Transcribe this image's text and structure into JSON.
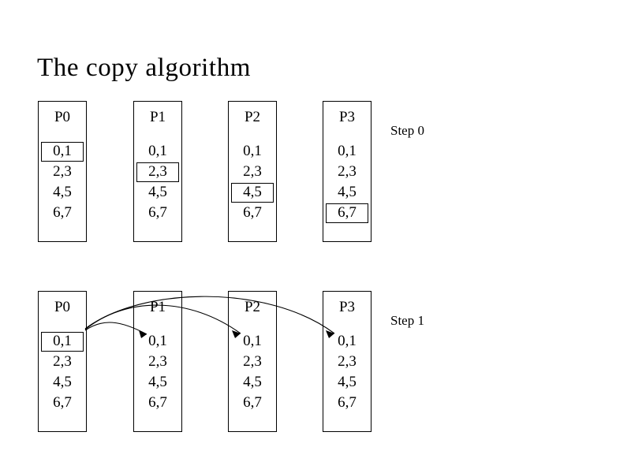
{
  "slide": {
    "title": "The copy algorithm",
    "background_color": "#ffffff",
    "ink_color": "#000000"
  },
  "steps": [
    {
      "label": "Step 0",
      "processes": [
        {
          "name": "P0",
          "rows": [
            {
              "text": "0,1",
              "highlighted": true
            },
            {
              "text": "2,3",
              "highlighted": false
            },
            {
              "text": "4,5",
              "highlighted": false
            },
            {
              "text": "6,7",
              "highlighted": false
            }
          ]
        },
        {
          "name": "P1",
          "rows": [
            {
              "text": "0,1",
              "highlighted": false
            },
            {
              "text": "2,3",
              "highlighted": true
            },
            {
              "text": "4,5",
              "highlighted": false
            },
            {
              "text": "6,7",
              "highlighted": false
            }
          ]
        },
        {
          "name": "P2",
          "rows": [
            {
              "text": "0,1",
              "highlighted": false
            },
            {
              "text": "2,3",
              "highlighted": false
            },
            {
              "text": "4,5",
              "highlighted": true
            },
            {
              "text": "6,7",
              "highlighted": false
            }
          ]
        },
        {
          "name": "P3",
          "rows": [
            {
              "text": "0,1",
              "highlighted": false
            },
            {
              "text": "2,3",
              "highlighted": false
            },
            {
              "text": "4,5",
              "highlighted": false
            },
            {
              "text": "6,7",
              "highlighted": true
            }
          ]
        }
      ],
      "arrows": []
    },
    {
      "label": "Step 1",
      "processes": [
        {
          "name": "P0",
          "rows": [
            {
              "text": "0,1",
              "highlighted": true
            },
            {
              "text": "2,3",
              "highlighted": false
            },
            {
              "text": "4,5",
              "highlighted": false
            },
            {
              "text": "6,7",
              "highlighted": false
            }
          ]
        },
        {
          "name": "P1",
          "rows": [
            {
              "text": "0,1",
              "highlighted": false
            },
            {
              "text": "2,3",
              "highlighted": false
            },
            {
              "text": "4,5",
              "highlighted": false
            },
            {
              "text": "6,7",
              "highlighted": false
            }
          ]
        },
        {
          "name": "P2",
          "rows": [
            {
              "text": "0,1",
              "highlighted": false
            },
            {
              "text": "2,3",
              "highlighted": false
            },
            {
              "text": "4,5",
              "highlighted": false
            },
            {
              "text": "6,7",
              "highlighted": false
            }
          ]
        },
        {
          "name": "P3",
          "rows": [
            {
              "text": "0,1",
              "highlighted": false
            },
            {
              "text": "2,3",
              "highlighted": false
            },
            {
              "text": "4,5",
              "highlighted": false
            },
            {
              "text": "6,7",
              "highlighted": false
            }
          ]
        }
      ],
      "arrows": [
        {
          "from": "P0.0,1",
          "to": "P1.0,1"
        },
        {
          "from": "P0.0,1",
          "to": "P2.0,1"
        },
        {
          "from": "P0.0,1",
          "to": "P3.0,1"
        }
      ]
    }
  ]
}
